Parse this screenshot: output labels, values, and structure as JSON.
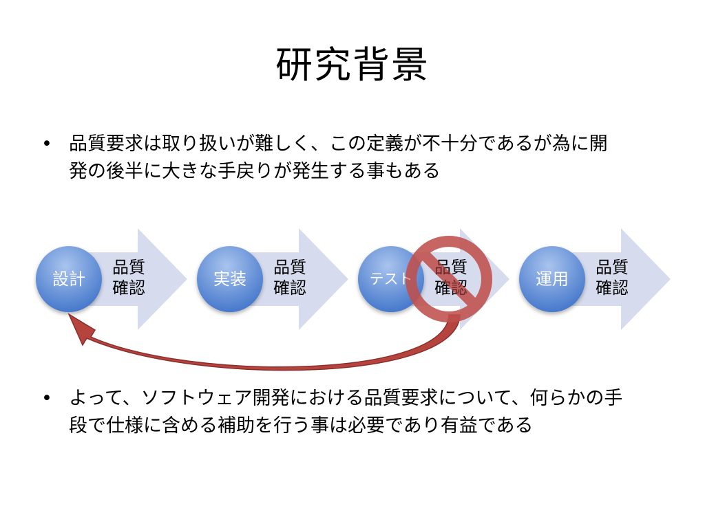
{
  "slide": {
    "title": "研究背景",
    "bullets": [
      {
        "line1": "品質要求は取り扱いが難しく、この定義が不十分であるが為に開",
        "line2": "発の後半に大きな手戻りが発生する事もある"
      },
      {
        "line1": "よって、ソフトウェア開発における品質要求について、何らかの手",
        "line2": "段で仕様に含める補助を行う事は必要であり有益である"
      }
    ]
  },
  "process": {
    "steps": [
      {
        "phase": "設計",
        "check_line1": "品質",
        "check_line2": "確認"
      },
      {
        "phase": "実装",
        "check_line1": "品質",
        "check_line2": "確認"
      },
      {
        "phase": "テスト",
        "check_line1": "品質",
        "check_line2": "確認"
      },
      {
        "phase": "運用",
        "check_line1": "品質",
        "check_line2": "確認"
      }
    ],
    "prohibited_step": 2,
    "colors": {
      "circle_light": "#a9c4ee",
      "circle_dark": "#3f73c9",
      "arrow_fill": "#d6dcee",
      "prohibit_red": "#c0504d",
      "return_arrow": "#b5443f"
    }
  }
}
